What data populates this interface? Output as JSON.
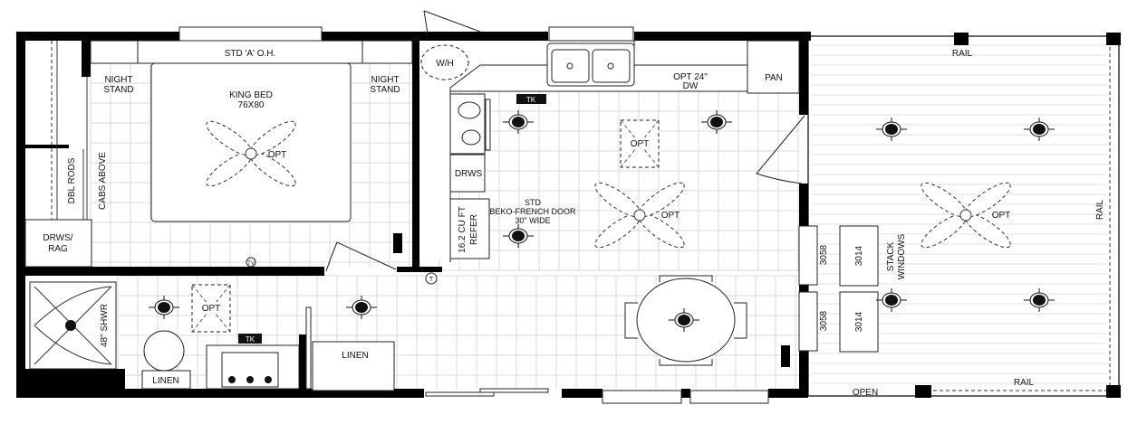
{
  "bedroom": {
    "overhead_cabinet": "STD 'A' O.H.",
    "nightstand_left": [
      "NIGHT",
      "STAND"
    ],
    "nightstand_right": [
      "NIGHT",
      "STAND"
    ],
    "bed": [
      "KING BED",
      "76X80"
    ],
    "fan_label": "OPT",
    "closet_rods": "DBL RODS",
    "cabs_above": "CABS ABOVE",
    "drawers": [
      "DRWS/",
      "RAG"
    ],
    "tv_symbol": "TV"
  },
  "bathroom": {
    "shower": "48\" SHWR",
    "skylight": "OPT",
    "linen": "LINEN",
    "tank_label": "TK"
  },
  "hall": {
    "linen": "LINEN",
    "thermostat": "T"
  },
  "kitchen": {
    "water_heater": "W/H",
    "tank_label": "TK",
    "dishwasher": [
      "OPT 24\"",
      "DW"
    ],
    "pantry": "PAN",
    "drawers": "DRWS",
    "refrigerator": [
      "16.2 CU FT",
      "REFER"
    ],
    "refer_note": [
      "STD",
      "BEKO-FRENCH DOOR",
      "30\" WIDE"
    ],
    "skylight": "OPT",
    "fan_label": "OPT"
  },
  "porch": {
    "rail_top": "RAIL",
    "rail_right": "RAIL",
    "rail_bottom": "RAIL",
    "open": "OPEN",
    "fan_label": "OPT",
    "door_window_1": "3058",
    "door_window_2": "3058",
    "window_1": "3014",
    "window_2": "3014",
    "stack_windows": [
      "STACK",
      "WINDOWS"
    ]
  },
  "icons": [
    "ceiling-fan",
    "recessed-light",
    "skylight",
    "toilet",
    "sink",
    "range",
    "dining-table"
  ]
}
